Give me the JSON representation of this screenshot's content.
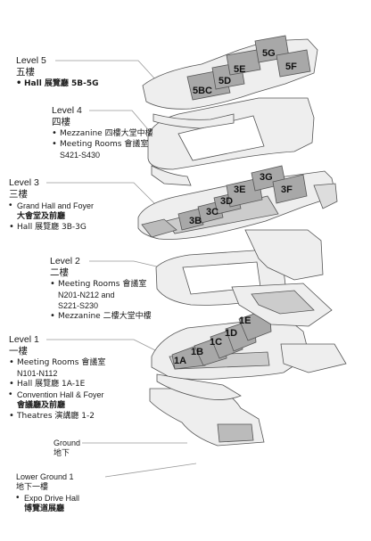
{
  "levels": [
    {
      "name": "Level 5",
      "name_zh": "五樓",
      "items": [
        {
          "text": "Hall 展覽廳 5B-5G"
        }
      ]
    },
    {
      "name": "Level 4",
      "name_zh": "四樓",
      "items": [
        {
          "text": "Mezzanine 四樓大堂中樓"
        },
        {
          "text": "Meeting Rooms 會議室",
          "sub": "S421-S430"
        }
      ]
    },
    {
      "name": "Level 3",
      "name_zh": "三樓",
      "items": [
        {
          "text": "Grand Hall and Foyer",
          "sub": "大會堂及前廳"
        },
        {
          "text": "Hall 展覽廳 3B-3G"
        }
      ]
    },
    {
      "name": "Level 2",
      "name_zh": "二樓",
      "items": [
        {
          "text": "Meeting Rooms 會議室",
          "sub": "N201-N212 and",
          "sub2": "S221-S230"
        },
        {
          "text": "Mezzanine 二樓大堂中樓"
        }
      ]
    },
    {
      "name": "Level 1",
      "name_zh": "一樓",
      "items": [
        {
          "text": "Meeting Rooms 會議室",
          "sub": "N101-N112"
        },
        {
          "text": "Hall 展覽廳 1A-1E"
        },
        {
          "text": "Convention Hall & Foyer",
          "sub": "會議廳及前廳"
        },
        {
          "text": "Theatres 演講廳 1-2"
        }
      ]
    },
    {
      "name": "Ground",
      "name_zh": "地下",
      "items": []
    },
    {
      "name": "Lower Ground 1",
      "name_zh": "地下一樓",
      "items": [
        {
          "text": "Expo Drive Hall",
          "sub": "博覽道展廳"
        }
      ]
    }
  ],
  "halls": {
    "l5": [
      "5G",
      "5F",
      "5E",
      "5D",
      "5BC"
    ],
    "l3": [
      "3G",
      "3F",
      "3E",
      "3D",
      "3C",
      "3B"
    ],
    "l1": [
      "1E",
      "1D",
      "1C",
      "1B",
      "1A"
    ]
  },
  "colors": {
    "floor_fill": "#eeeeee",
    "floor_stroke": "#555555",
    "hall_fill": "#a8a8a8",
    "leader": "#999999"
  }
}
